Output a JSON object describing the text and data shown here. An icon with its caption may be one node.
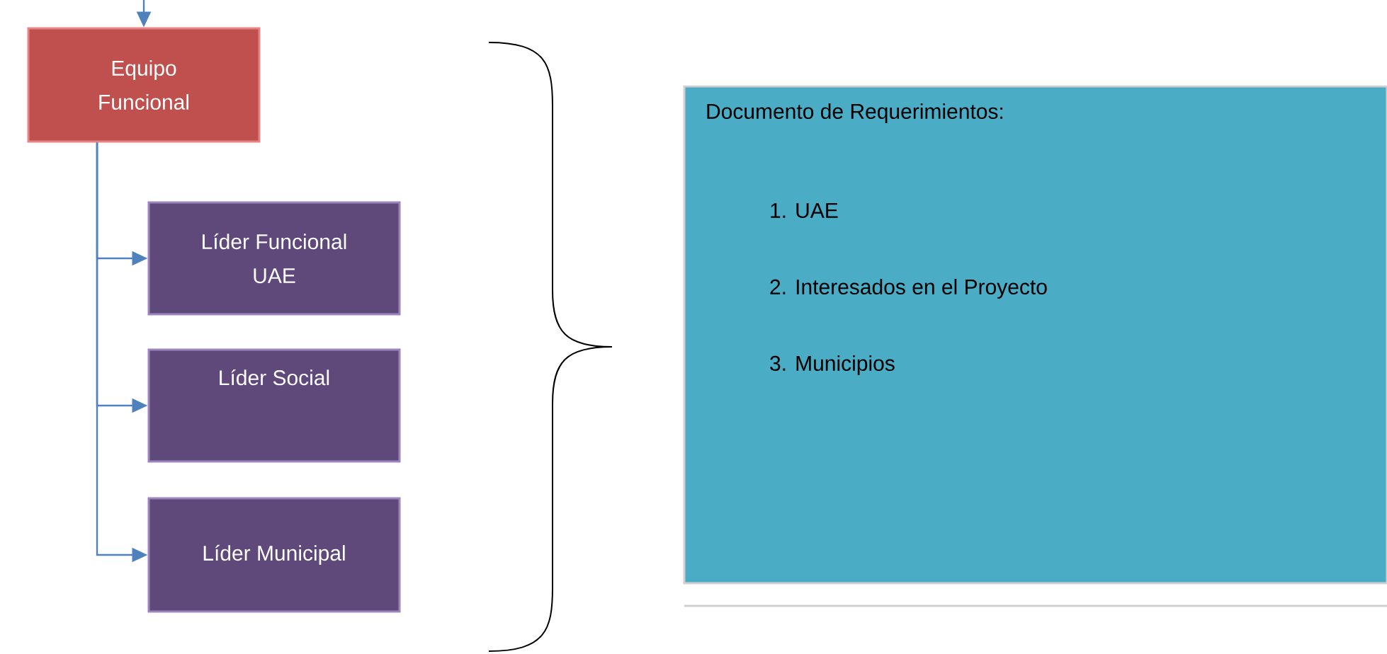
{
  "diagram": {
    "nodes": [
      {
        "text": [
          "Equipo Funcional"
        ]
      },
      {
        "text": [
          "Líder Funcional UAE"
        ]
      },
      {
        "text": [
          "Líder Social"
        ]
      },
      {
        "text": [
          "Líder Municipal"
        ]
      },
      {
        "text": [
          "Documento de Requerimientos:",
          "1. UAE",
          "2. Interesados en el Proyecto",
          "3. Municipios"
        ]
      }
    ],
    "edges": [
      {
        "from": null,
        "to": 0,
        "arrow": "to"
      },
      {
        "from": 0,
        "to": 1,
        "arrow": "to"
      },
      {
        "from": 0,
        "to": 2,
        "arrow": "to"
      },
      {
        "from": 0,
        "to": 3,
        "arrow": "to"
      }
    ]
  }
}
